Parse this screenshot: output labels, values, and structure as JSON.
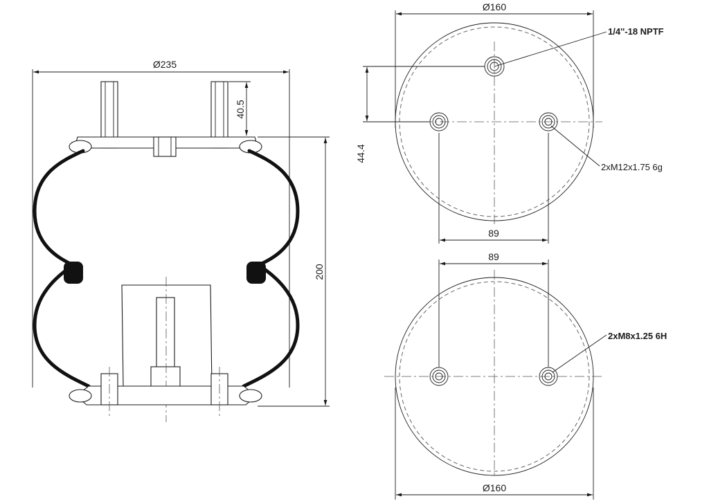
{
  "dimensions": {
    "outer_diameter": "Ø235",
    "stud_height": "40.5",
    "total_height": "200",
    "top_plate_diameter": "Ø160",
    "bottom_plate_diameter": "Ø160",
    "port_offset": "44.4",
    "top_hole_spacing": "89",
    "bottom_hole_spacing": "89"
  },
  "callouts": {
    "air_port": "1/4''-18 NPTF",
    "top_threads": "2xM12x1.75 6g",
    "bottom_threads": "2xM8x1.25 6H"
  },
  "colors": {
    "line": "#1a1a1a",
    "hatch": "#888888"
  }
}
